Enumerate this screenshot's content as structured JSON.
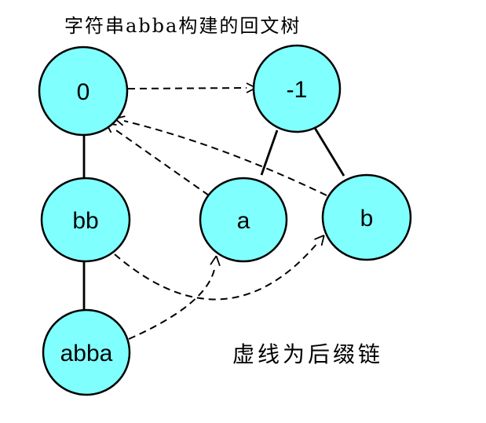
{
  "title": "字符串abba构建的回文树",
  "legend": "虚线为后缀链",
  "colors": {
    "node_fill": "#80ffff",
    "line": "#000000",
    "background": "#ffffff",
    "text": "#000000"
  },
  "diagram": {
    "type": "palindromic-tree",
    "source_string": "abba",
    "nodes": [
      {
        "label": "0"
      },
      {
        "label": "-1"
      },
      {
        "label": "bb"
      },
      {
        "label": "a"
      },
      {
        "label": "b"
      },
      {
        "label": "abba"
      }
    ],
    "tree_edges": [
      {
        "from": "0",
        "to": "bb"
      },
      {
        "from": "bb",
        "to": "abba"
      },
      {
        "from": "-1",
        "to": "a"
      },
      {
        "from": "-1",
        "to": "b"
      }
    ],
    "suffix_links": [
      {
        "from": "0",
        "to": "-1"
      },
      {
        "from": "a",
        "to": "0"
      },
      {
        "from": "b",
        "to": "0"
      },
      {
        "from": "abba",
        "to": "a"
      },
      {
        "from": "bb",
        "to": "b"
      }
    ]
  }
}
